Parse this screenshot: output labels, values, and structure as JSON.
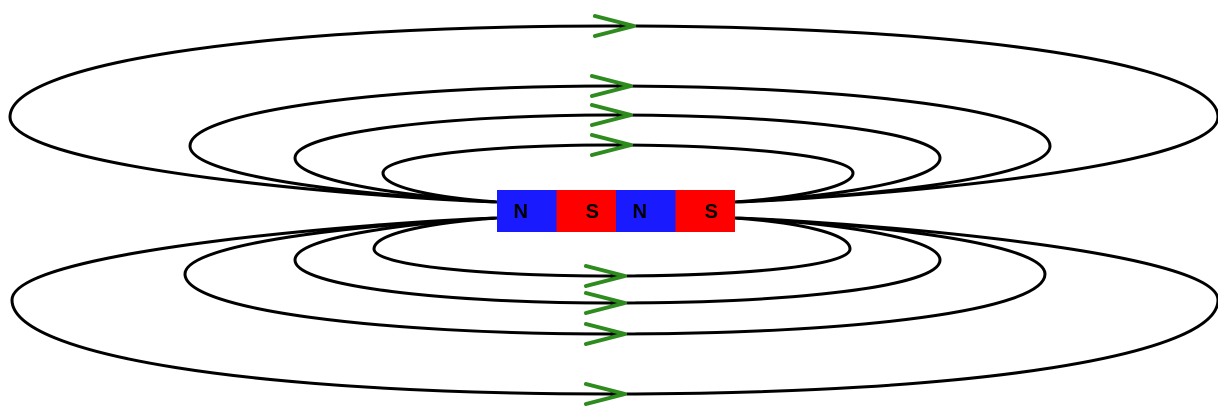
{
  "colors": {
    "field_line": "#000000",
    "arrow": "#2e8b1e",
    "north_pole": "#1a1aff",
    "south_pole": "#ff0000",
    "pole_text": "#000000"
  },
  "magnet": {
    "segments": [
      {
        "label": "N",
        "pole": "north"
      },
      {
        "label": "S",
        "pole": "south"
      },
      {
        "label": "N",
        "pole": "north"
      },
      {
        "label": "S",
        "pole": "south"
      }
    ]
  },
  "field_lines": {
    "upper_count": 4,
    "lower_count": 4,
    "arrow_direction": "right"
  }
}
